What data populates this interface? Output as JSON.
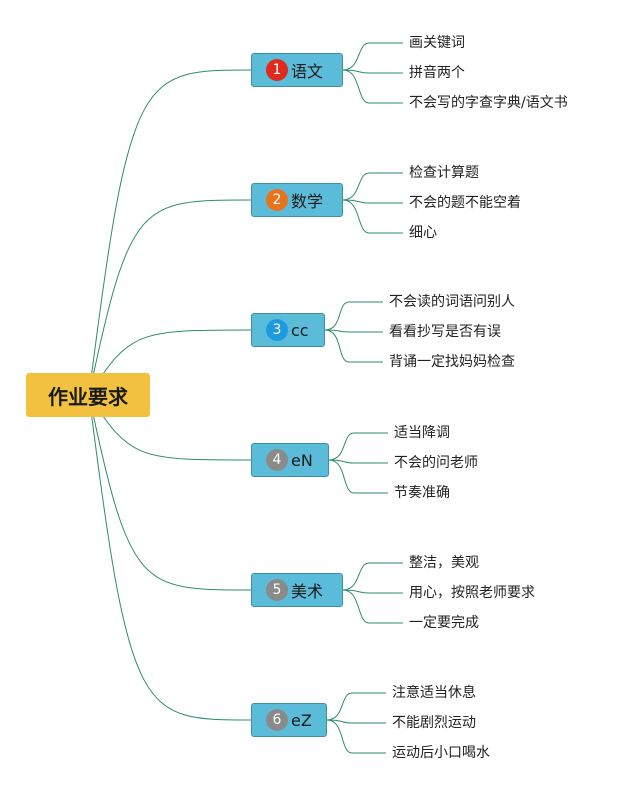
{
  "root": {
    "label": "作业要求"
  },
  "colors": {
    "root_fill": "#f2c140",
    "branch_fill": "#5bbcd9",
    "link": "#2e8b6f"
  },
  "branches": [
    {
      "badge": "1",
      "badge_color": "#e02a20",
      "label": "语文",
      "items": [
        "画关键词",
        "拼音两个",
        "不会写的字查字典/语文书"
      ]
    },
    {
      "badge": "2",
      "badge_color": "#e8731a",
      "label": "数学",
      "items": [
        "检查计算题",
        "不会的题不能空着",
        "细心"
      ]
    },
    {
      "badge": "3",
      "badge_color": "#1e9be0",
      "label": "cc",
      "items": [
        "不会读的词语问别人",
        "看看抄写是否有误",
        "背诵一定找妈妈检查"
      ]
    },
    {
      "badge": "4",
      "badge_color": "#8a8a8a",
      "label": "eN",
      "items": [
        "适当降调",
        "不会的问老师",
        "节奏准确"
      ]
    },
    {
      "badge": "5",
      "badge_color": "#8a8a8a",
      "label": "美术",
      "items": [
        "整洁，美观",
        "用心，按照老师要求",
        "一定要完成"
      ]
    },
    {
      "badge": "6",
      "badge_color": "#8a8a8a",
      "label": "eZ",
      "items": [
        "注意适当休息",
        "不能剧烈运动",
        "运动后小口喝水"
      ]
    }
  ]
}
